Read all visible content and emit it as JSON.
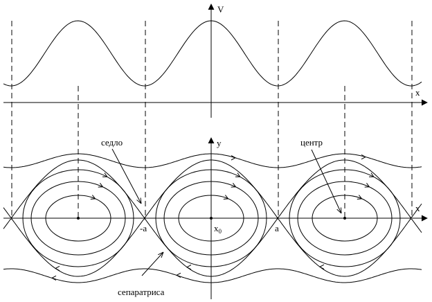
{
  "labels": {
    "axis_v": "V",
    "axis_x_top": "x",
    "axis_y": "y",
    "axis_x_bottom": "x",
    "saddle": "седло",
    "center": "центр",
    "separatrix": "сепаратриса",
    "minus_a": "-a",
    "a": "a",
    "x0_main": "x",
    "x0_sub": "0"
  },
  "colors": {
    "ink": "#000000",
    "background": "#ffffff"
  }
}
